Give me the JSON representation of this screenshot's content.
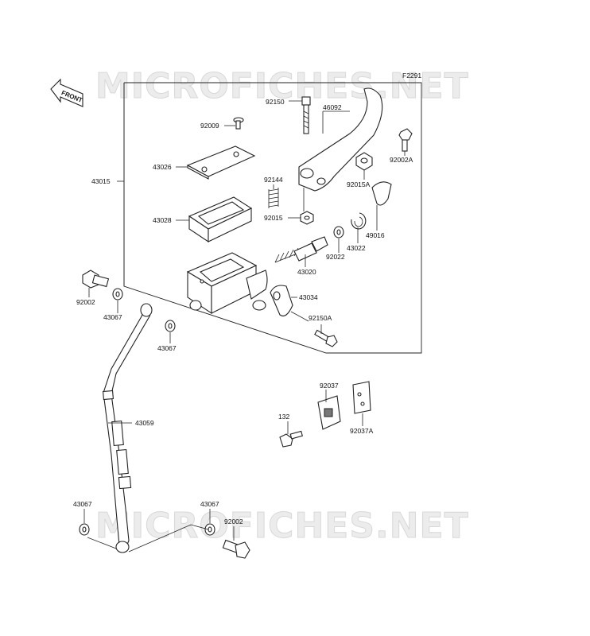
{
  "diagram_code": "F2291",
  "front_label": "FRONT",
  "watermarks": [
    "MICROFICHES.NET",
    "MICROFICHES.NET"
  ],
  "parts": [
    {
      "id": "p92150",
      "label": "92150"
    },
    {
      "id": "p46092",
      "label": "46092"
    },
    {
      "id": "p92009",
      "label": "92009"
    },
    {
      "id": "p92002A",
      "label": "92002A"
    },
    {
      "id": "p43026",
      "label": "43026"
    },
    {
      "id": "p43015",
      "label": "43015"
    },
    {
      "id": "p92015A",
      "label": "92015A"
    },
    {
      "id": "p92144",
      "label": "92144"
    },
    {
      "id": "p43028",
      "label": "43028"
    },
    {
      "id": "p92015",
      "label": "92015"
    },
    {
      "id": "p49016",
      "label": "49016"
    },
    {
      "id": "p43022",
      "label": "43022"
    },
    {
      "id": "p92022",
      "label": "92022"
    },
    {
      "id": "p43020",
      "label": "43020"
    },
    {
      "id": "p92002a",
      "label": "92002"
    },
    {
      "id": "p43034",
      "label": "43034"
    },
    {
      "id": "p43067a",
      "label": "43067"
    },
    {
      "id": "p92150A",
      "label": "92150A"
    },
    {
      "id": "p43067b",
      "label": "43067"
    },
    {
      "id": "p92037",
      "label": "92037"
    },
    {
      "id": "p43059",
      "label": "43059"
    },
    {
      "id": "p132",
      "label": "132"
    },
    {
      "id": "p92037A",
      "label": "92037A"
    },
    {
      "id": "p43067c",
      "label": "43067"
    },
    {
      "id": "p43067d",
      "label": "43067"
    },
    {
      "id": "p92002b",
      "label": "92002"
    }
  ]
}
